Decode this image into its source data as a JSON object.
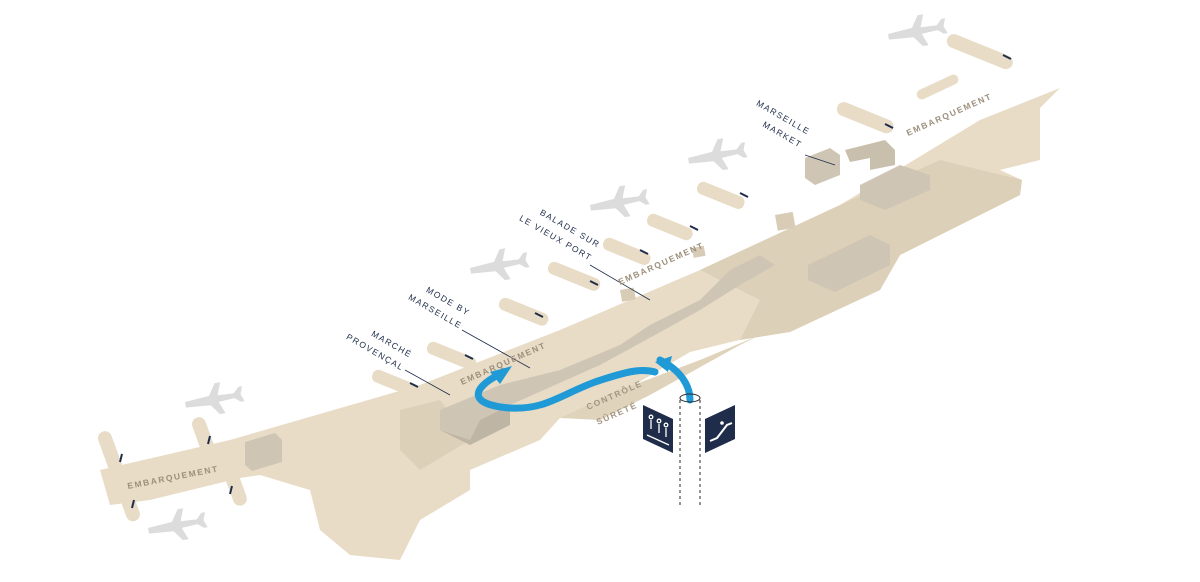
{
  "map": {
    "zones": {
      "embarquement_west": "EMBARQUEMENT",
      "embarquement_center_left": "EMBARQUEMENT",
      "embarquement_center": "EMBARQUEMENT",
      "embarquement_east": "EMBARQUEMENT"
    },
    "security": {
      "line1": "CONTRÔLE",
      "line2": "SÛRETÉ"
    },
    "shops": {
      "marche": {
        "line1": "MARCHÉ",
        "line2": "PROVENÇAL"
      },
      "mode": {
        "line1": "MODE BY",
        "line2": "MARSEILLE"
      },
      "balade": {
        "line1": "BALADE SUR",
        "line2": "LE VIEUX PORT"
      },
      "market": {
        "line1": "MARSEILLE",
        "line2": "MARKET"
      }
    },
    "icons": {
      "restrooms": "restroom-icon",
      "escalator": "escalator-icon",
      "plane": "plane-icon"
    },
    "colors": {
      "floor": "#e8dcc6",
      "floor_dark": "#ddd0b8",
      "block": "#cfc5b4",
      "route": "#1f9ad6",
      "navy": "#1f2d4a",
      "plane": "#d6d6d6"
    }
  }
}
